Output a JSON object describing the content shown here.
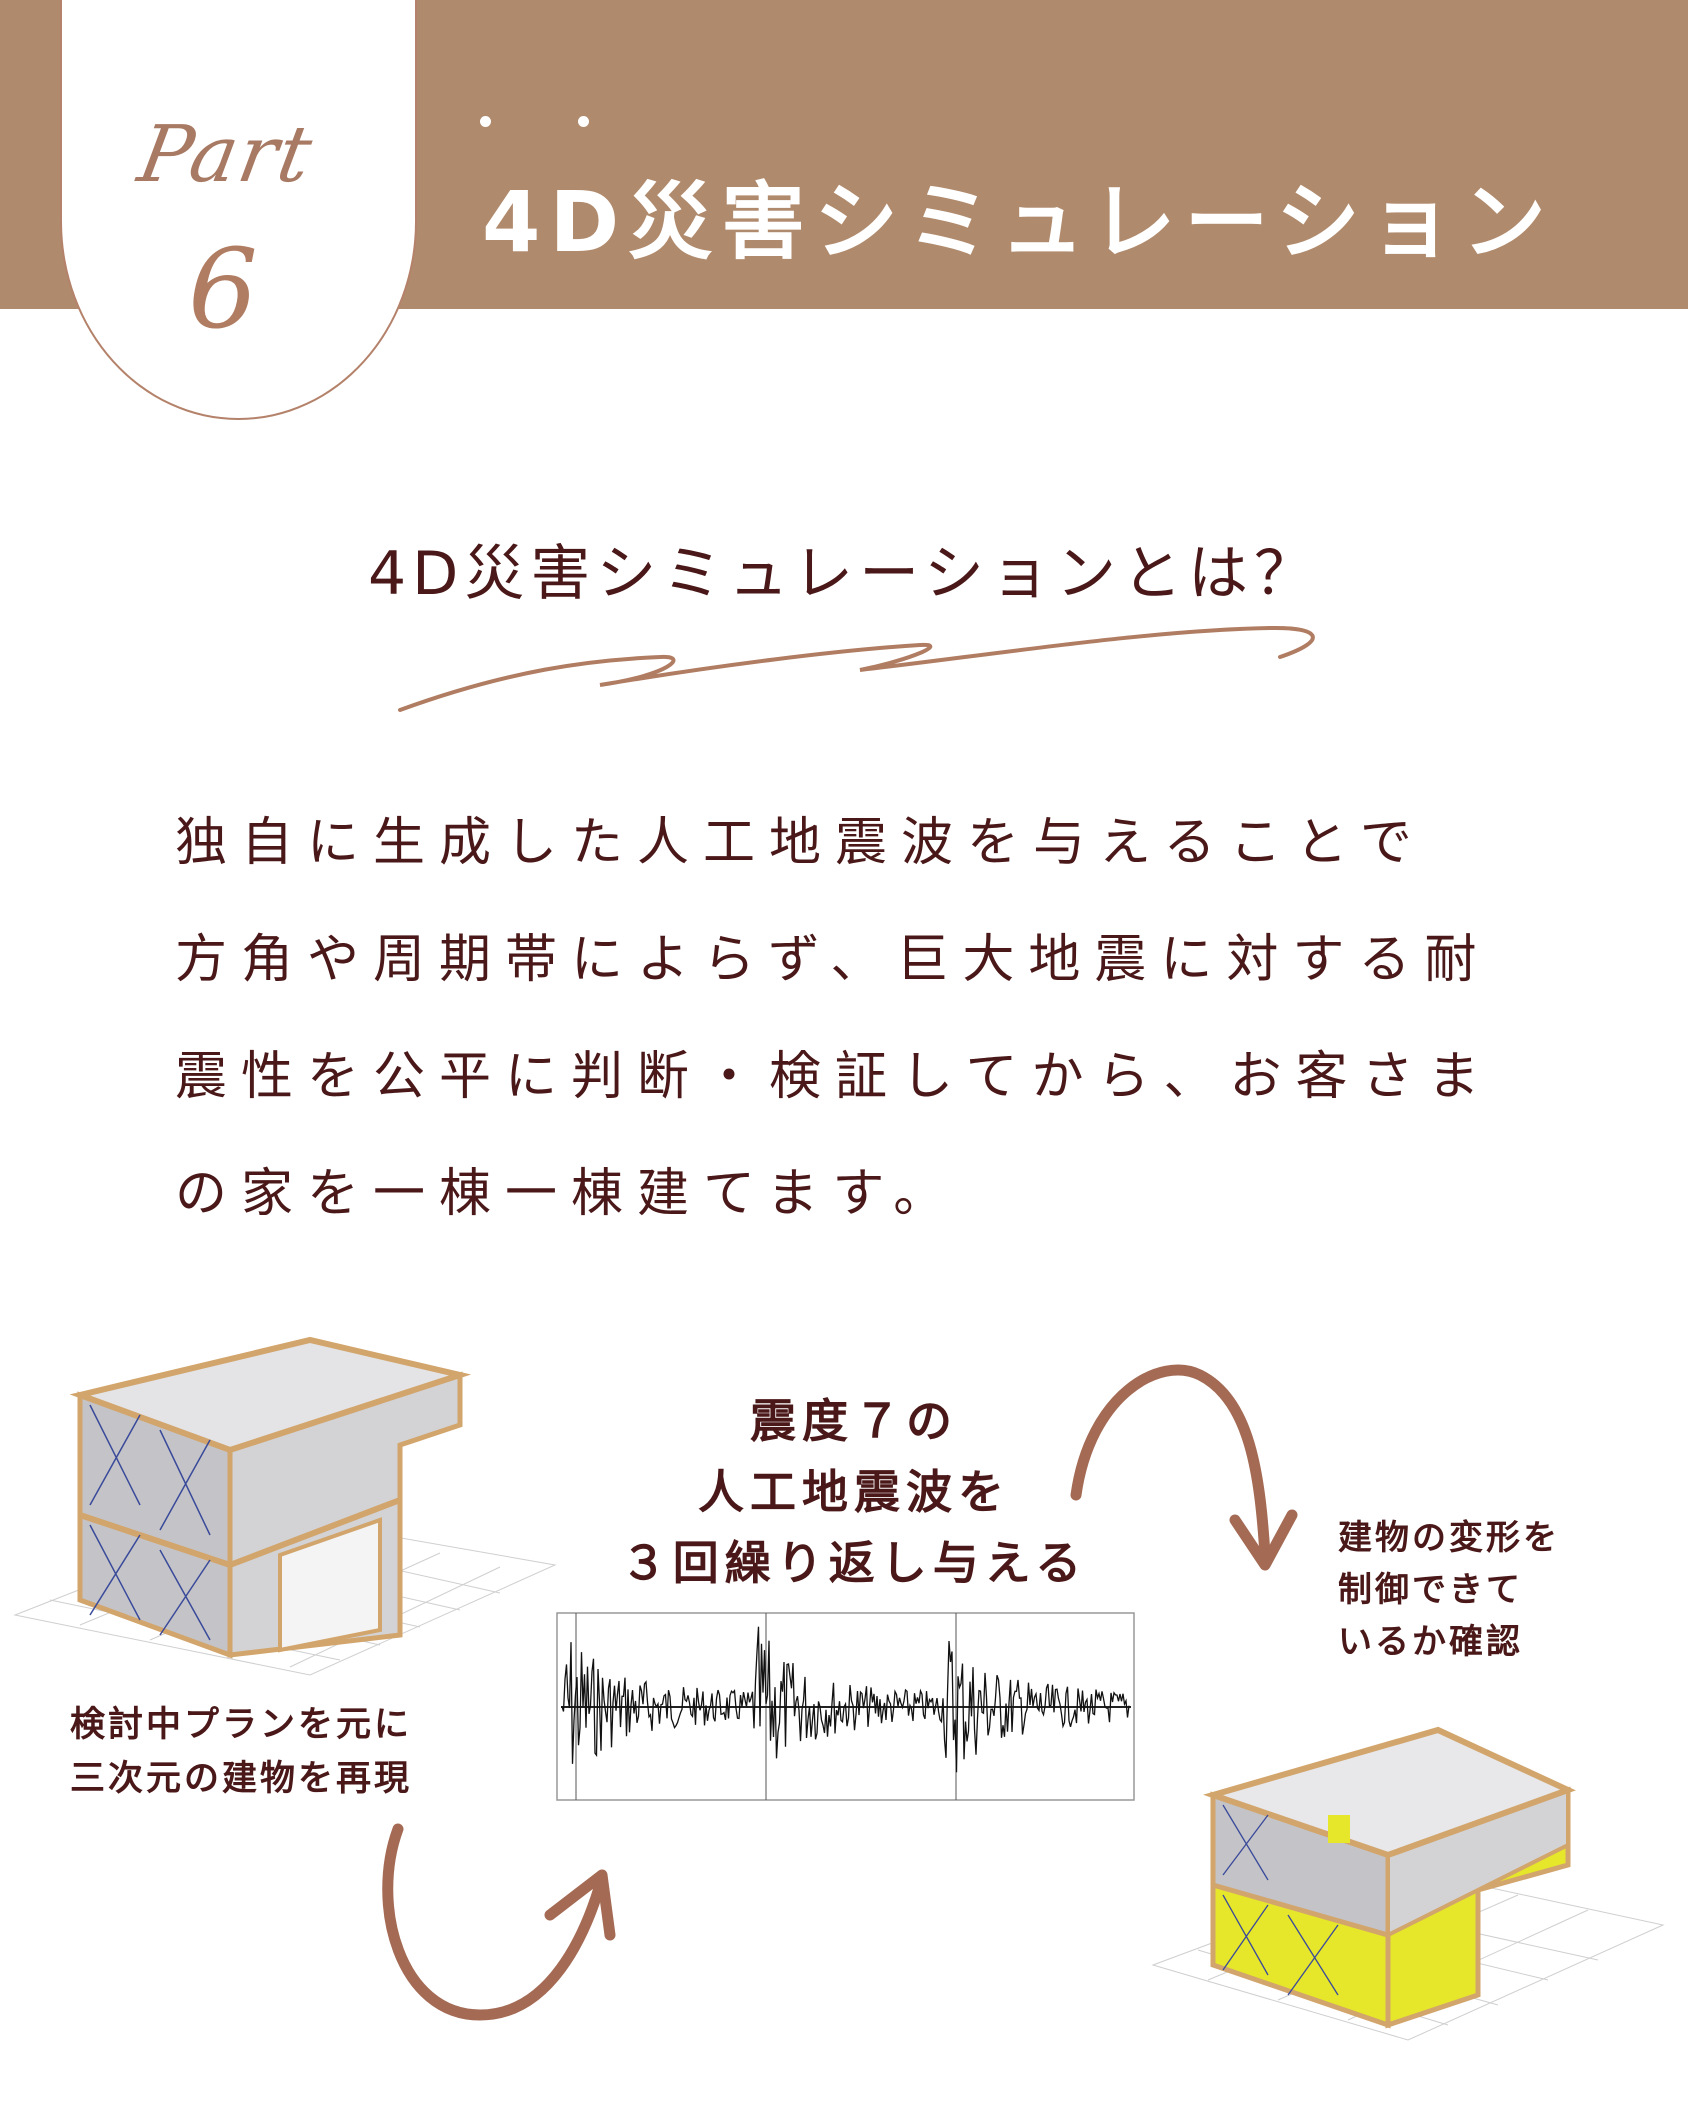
{
  "header": {
    "part_label": "Part",
    "part_number": "6",
    "title": "4D災害シミュレーション"
  },
  "section": {
    "heading": "4D災害シミュレーションとは？",
    "paragraph_lines": [
      "独自に生成した人工地震波を与えることで",
      "方角や周期帯によらず、巨大地震に対する耐",
      "震性を公平に判断・検証してから、お客さま",
      "の家を一棟一棟建てます。"
    ]
  },
  "steps": {
    "step1_lines": [
      "検討中プランを元に",
      "三次元の建物を再現"
    ],
    "step2_lines": [
      "震度７の",
      "人工地震波を",
      "３回繰り返し与える"
    ],
    "step3_lines": [
      "建物の変形を",
      "制御できて",
      "いるか確認"
    ]
  },
  "colors": {
    "band": "#b08a6c",
    "text": "#4a1818",
    "arrow": "#a46a54",
    "wood": "#d2a56c",
    "panel": "#c9c9cc",
    "deformed": "#e6e62a"
  }
}
